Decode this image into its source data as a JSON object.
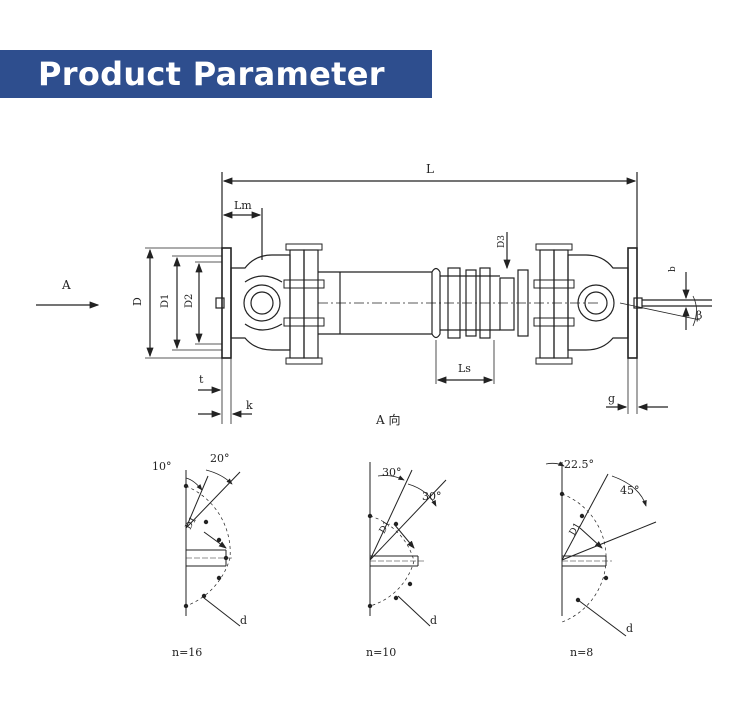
{
  "header": {
    "title": "Product Parameter",
    "color": "#2e4e8e"
  },
  "main_view": {
    "dim_L": "L",
    "dim_Lm": "Lm",
    "dim_D": "D",
    "dim_D1": "D1",
    "dim_D2": "D2",
    "dim_D3": "D3",
    "dim_Ls": "Ls",
    "dim_b": "b",
    "dim_beta": "β",
    "dim_t": "t",
    "dim_k": "k",
    "dim_g": "g",
    "arrow_A": "A",
    "view_label": "A 向"
  },
  "flange_views": [
    {
      "angle_1": "10°",
      "angle_2": "20°",
      "dim_diam": "D1",
      "dim_hole": "d",
      "bolt_count": "n=16"
    },
    {
      "angle_1": "30°",
      "angle_2": "30°",
      "dim_diam": "D1",
      "dim_hole": "d",
      "bolt_count": "n=10"
    },
    {
      "angle_1": "22.5°",
      "angle_2": "45°",
      "dim_diam": "D1",
      "dim_hole": "d",
      "bolt_count": "n=8"
    }
  ]
}
